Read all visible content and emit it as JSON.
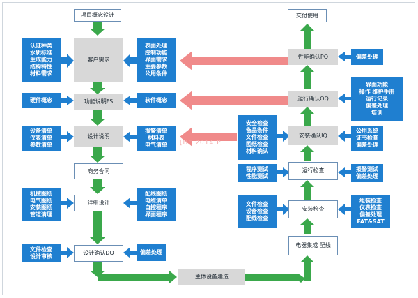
{
  "colors": {
    "flow_arrow": "#3aa84b",
    "feedback_arrow": "#f08a8a",
    "process_box": "#d8d8d8",
    "info_box": "#1f7fd0",
    "frame_border": "#cfd6dd"
  },
  "left": {
    "concept": "项目概念设计",
    "customer_req": "客户需求",
    "func_spec": "功能说明FS",
    "design_spec": "设计说明",
    "contract": "商务合同",
    "detail_design": "详细设计",
    "dq": "设计确认DQ",
    "cust_req_inputs": [
      "认证种类",
      "水质标准",
      "生成能力",
      "结构特性",
      "材料需求"
    ],
    "cust_req_outputs": [
      "表面处理",
      "控制功能",
      "界面需求",
      "主要参数",
      "公用条件"
    ],
    "fs_input": "硬件概念",
    "fs_output": "软件概念",
    "ds_inputs": [
      "设备清单",
      "仪表清单",
      "参数清单"
    ],
    "ds_outputs": [
      "报警清单",
      "材料表",
      "电气清单"
    ],
    "dd_inputs": [
      "机械图纸",
      "电气图纸",
      "安装图纸",
      "管道清理"
    ],
    "dd_outputs": [
      "配线图纸",
      "电缆清单",
      "自控程序",
      "界面程序"
    ],
    "dq_inputs": [
      "文件检查",
      "设计审核"
    ],
    "dq_output": "偏差处理"
  },
  "bottom": {
    "main_build": "主体设备建造"
  },
  "right": {
    "delivery": "交付使用",
    "pq": "性能确认PQ",
    "oq": "运行确认OQ",
    "iq": "安装确认IQ",
    "run_check": "运行检查",
    "install_check": "安装检查",
    "electrical": "电器集成 配线",
    "pq_output": "偏差处理",
    "oq_outputs": [
      "界面功能",
      "操作 维护手册",
      "运行记录",
      "偏差处理",
      "培训"
    ],
    "iq_inputs": [
      "安全检查",
      "备品条件",
      "文件检查",
      "图纸检查",
      "材料确认"
    ],
    "iq_outputs": [
      "公用系统",
      "证书检查",
      "偏差处理"
    ],
    "rc_inputs": [
      "程序测试",
      "性能测试"
    ],
    "rc_outputs": [
      "报警测试",
      "偏差处理"
    ],
    "ic_inputs": [
      "文件检查",
      "设备检查",
      "配线检查"
    ],
    "ic_outputs": [
      "组装检查",
      "仪表检查",
      "偏差处理",
      "FAT&SAT"
    ]
  },
  "watermark": "[HF 2014 P"
}
